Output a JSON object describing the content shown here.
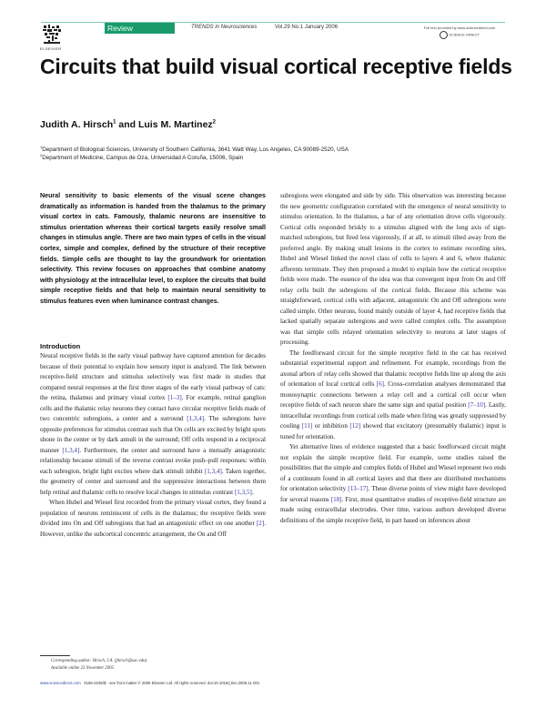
{
  "header": {
    "publisher_logo_text": "ELSEVIER",
    "section_badge": "Review",
    "journal_name": "TRENDS in Neurosciences",
    "volume_info": "Vol.29 No.1 January 2006",
    "sciencedirect_top": "Full text provided by www.sciencedirect.com",
    "sciencedirect_bottom": "SCIENCE DIRECT",
    "colors": {
      "rule": "#7fcbb5",
      "badge_bg": "#1a9a6c"
    }
  },
  "article": {
    "title": "Circuits that build visual cortical receptive fields",
    "authors": {
      "author1": "Judith A. Hirsch",
      "author1_sup": "1",
      "connector": " and ",
      "author2": "Luis M. Martinez",
      "author2_sup": "2"
    },
    "affiliations": [
      {
        "sup": "1",
        "text": "Department of Biological Sciences, University of Southern California, 3641 Watt Way, Los Angeles, CA 90089-2520, USA"
      },
      {
        "sup": "2",
        "text": "Department of Medicine, Campus de Oza, Universidad A Coruña, 15006, Spain"
      }
    ],
    "abstract": "Neural sensitivity to basic elements of the visual scene changes dramatically as information is handed from the thalamus to the primary visual cortex in cats. Famously, thalamic neurons are insensitive to stimulus orientation whereas their cortical targets easily resolve small changes in stimulus angle. There are two main types of cells in the visual cortex, simple and complex, defined by the structure of their receptive fields. Simple cells are thought to lay the groundwork for orientation selectivity. This review focuses on approaches that combine anatomy with physiology at the intracellular level, to explore the circuits that build simple receptive fields and that help to maintain neural sensitivity to stimulus features even when luminance contrast changes.",
    "section_heading": "Introduction",
    "left_paragraphs": [
      {
        "parts": [
          "Neural receptive fields in the early visual pathway have captured attention for decades because of their potential to explain how sensory input is analyzed. The link between receptive-field structure and stimulus selectively was first made in studies that compared neural responses at the first three stages of the early visual pathway of cats: the retina, thalamus and primary visual cortex ",
          "[1–3]",
          ". For example, retinal ganglion cells and the thalamic relay neurons they contact have circular receptive fields made of two concentric subregions, a center and a surround ",
          "[1,3,4]",
          ". The subregions have opposite preferences for stimulus contrast such that On cells are excited by bright spots shone in the center or by dark annuli in the surround; Off cells respond in a reciprocal manner ",
          "[1,3,4]",
          ". Furthermore, the center and surround have a mutually antagonistic relationship because stimuli of the reverse contrast evoke push–pull responses: within each subregion, bright light excites where dark stimuli inhibit ",
          "[1,3,4]",
          ". Taken together, the geometry of center and surround and the suppressive interactions between them help retinal and thalamic cells to resolve local changes in stimulus contrast ",
          "[1,3,5]",
          "."
        ]
      },
      {
        "parts": [
          "When Hubel and Wiesel first recorded from the primary visual cortex, they found a population of neurons reminiscent of cells in the thalamus; the receptive fields were divided into On and Off subregions that had an antagonistic effect on one another ",
          "[2]",
          ". However, unlike the subcortical concentric arrangement, the On and Off"
        ]
      }
    ],
    "right_paragraphs": [
      {
        "parts": [
          "subregions were elongated and side by side. This observation was interesting because the new geometric configuration correlated with the emergence of neural sensitivity to stimulus orientation. In the thalamus, a bar of any orientation drove cells vigorously. Cortical cells responded briskly to a stimulus aligned with the long axis of sign-matched subregions, but fired less vigorously, if at all, to stimuli tilted away from the preferred angle. By making small lesions in the cortex to estimate recording sites, Hubel and Wiesel linked the novel class of cells to layers 4 and 6, where thalamic afferents terminate. They then proposed a model to explain how the cortical receptive fields were made. The essence of the idea was that convergent input from On and Off relay cells built the subregions of the cortical fields. Because this scheme was straightforward, cortical cells with adjacent, antagonistic On and Off subregions were called simple. Other neurons, found mainly outside of layer 4, had receptive fields that lacked spatially separate subregions and were called complex cells. The assumption was that simple cells relayed orientation selectivity to neurons at later stages of processing."
        ]
      },
      {
        "parts": [
          "The feedforward circuit for the simple receptive field in the cat has received substantial experimental support and refinement. For example, recordings from the axonal arbors of relay cells showed that thalamic receptive fields line up along the axis of orientation of local cortical cells ",
          "[6]",
          ". Cross-correlation analyses demonstrated that monosynaptic connections between a relay cell and a cortical cell occur when receptive fields of each neuron share the same sign and spatial position ",
          "[7–10]",
          ". Lastly, intracellular recordings from cortical cells made when firing was greatly suppressed by cooling ",
          "[11]",
          " or inhibition ",
          "[12]",
          " showed that excitatory (presumably thalamic) input is tuned for orientation."
        ]
      },
      {
        "parts": [
          "Yet alternative lines of evidence suggested that a basic feedforward circuit might not explain the simple receptive field. For example, some studies raised the possibilities that the simple and complex fields of Hubel and Wiesel represent two ends of a continuum found in all cortical layers and that there are distributed mechanisms for orientation selectivity ",
          "[13–17]",
          ". These diverse points of view might have developed for several reasons ",
          "[18]",
          ". First, most quantitative studies of receptive-field structure are made using extracellular electrodes. Over time, various authors developed diverse definitions of the simple receptive field, in part based on inferences about"
        ]
      }
    ]
  },
  "footnotes": {
    "corresponding": "Corresponding author: Hirsch, J.A. (jhirsch@usc.edu).",
    "available": "Available online 23 November 2005"
  },
  "footer": {
    "link": "www.sciencedirect.com",
    "text": "0166-2236/$ - see front matter © 2005 Elsevier Ltd. All rights reserved. doi:10.1016/j.tins.2005.11.001"
  }
}
